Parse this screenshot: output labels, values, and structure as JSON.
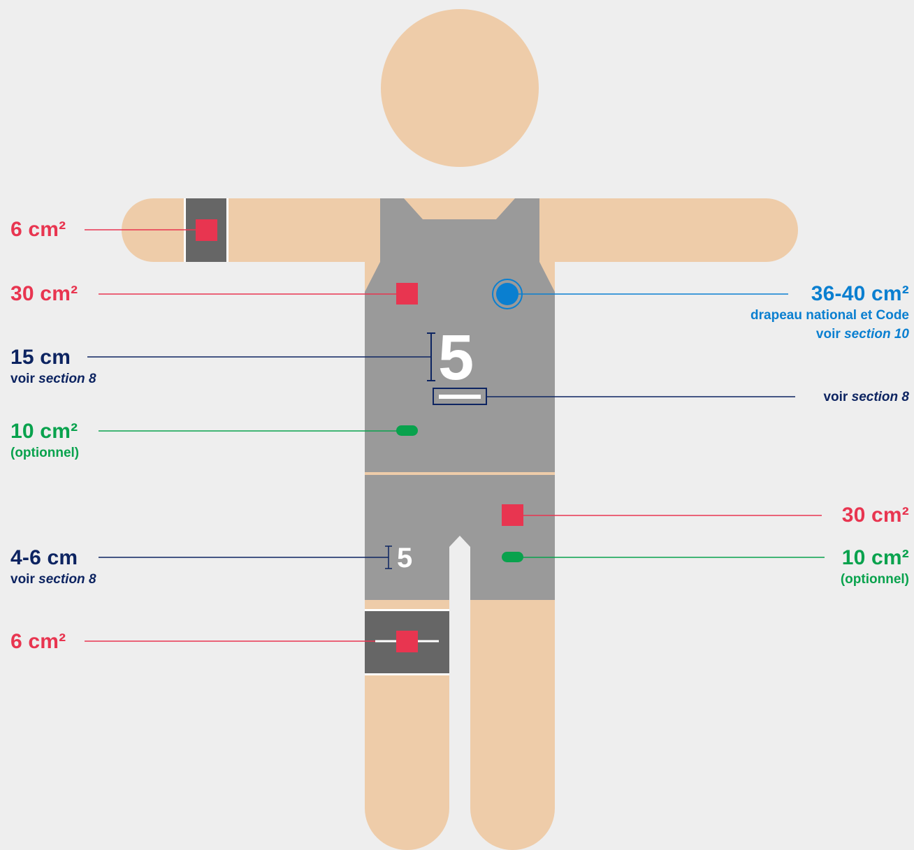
{
  "colors": {
    "background": "#eeeeee",
    "skin": "#eecca9",
    "garment": "#9a9a9a",
    "band": "#666666",
    "logo_red": "#e83550",
    "navy": "#0d2461",
    "green": "#09a24d",
    "blue": "#0a7fd0"
  },
  "figure": {
    "chest_number": "5",
    "shorts_number": "5"
  },
  "labels": {
    "arm_band": {
      "value": "6 cm²"
    },
    "chest_logo": {
      "value": "30 cm²"
    },
    "chest_number": {
      "value": "15 cm",
      "note_prefix": "voir",
      "note_section": "section 8"
    },
    "chest_optional": {
      "value": "10 cm²",
      "note": "(optionnel)"
    },
    "shorts_number": {
      "value": "4-6 cm",
      "note_prefix": "voir",
      "note_section": "section 8"
    },
    "leg_band": {
      "value": "6 cm²"
    },
    "flag": {
      "value": "36-40 cm²",
      "note": "drapeau national et Code",
      "note2_prefix": "voir",
      "note2_section": "section 10"
    },
    "name_bar": {
      "note_prefix": "voir",
      "note_section": "section 8"
    },
    "shorts_logo": {
      "value": "30 cm²"
    },
    "shorts_optional": {
      "value": "10 cm²",
      "note": "(optionnel)"
    }
  }
}
